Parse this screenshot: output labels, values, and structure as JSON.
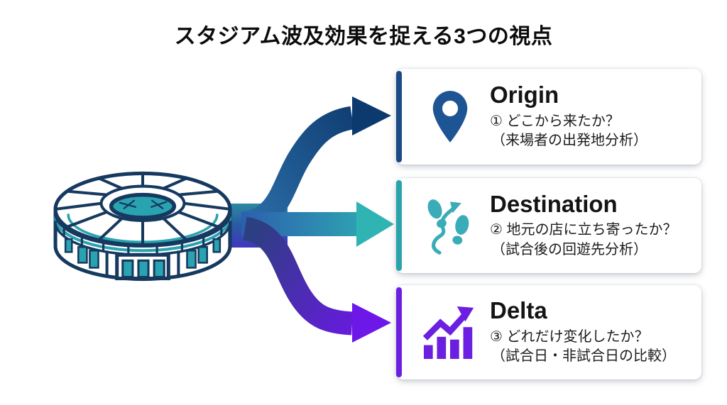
{
  "title": "スタジアム波及効果を捉える3つの視点",
  "colors": {
    "origin_accent": "#1b4a85",
    "origin_icon": "#1d5494",
    "destination_accent": "#2aa3ad",
    "destination_icon": "#3aacb8",
    "delta_accent": "#6d1fe0",
    "delta_icon": "#6b1fe0",
    "arrow_navy": "#0d3a6e",
    "arrow_teal": "#2fb3b3",
    "arrow_purple": "#6d17e8",
    "stadium_outline": "#16395f",
    "stadium_teal": "#2aa3b0"
  },
  "cards": [
    {
      "title": "Origin",
      "line1": "① どこから来たか？",
      "line2": "（来場者の出発地分析）",
      "icon": "map-pin-icon",
      "accent": "#1b4a85"
    },
    {
      "title": "Destination",
      "line1": "② 地元の店に立ち寄ったか？",
      "line2": "（試合後の回遊先分析）",
      "icon": "footprints-icon",
      "accent": "#2aa3ad"
    },
    {
      "title": "Delta",
      "line1": "③ どれだけ変化したか？",
      "line2": "（試合日・非試合日の比較）",
      "icon": "bar-chart-icon",
      "accent": "#6d1fe0"
    }
  ]
}
